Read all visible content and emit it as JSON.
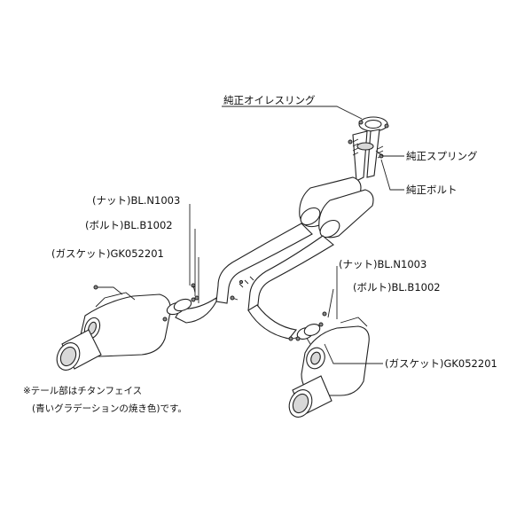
{
  "labels": {
    "oil_ring": "純正オイレスリング",
    "spring": "純正スプリング",
    "bolt_stock": "純正ボルト",
    "left_nut": "(ナット)BL.N1003",
    "left_bolt": "(ボルト)BL.B1002",
    "left_gasket": "(ガスケット)GK052201",
    "right_nut": "(ナット)BL.N1003",
    "right_bolt": "(ボルト)BL.B1002",
    "right_gasket": "(ガスケット)GK052201"
  },
  "note": {
    "line1": "※テール部はチタンフェイス",
    "line2": "(青いグラデーションの焼き色)です。"
  }
}
